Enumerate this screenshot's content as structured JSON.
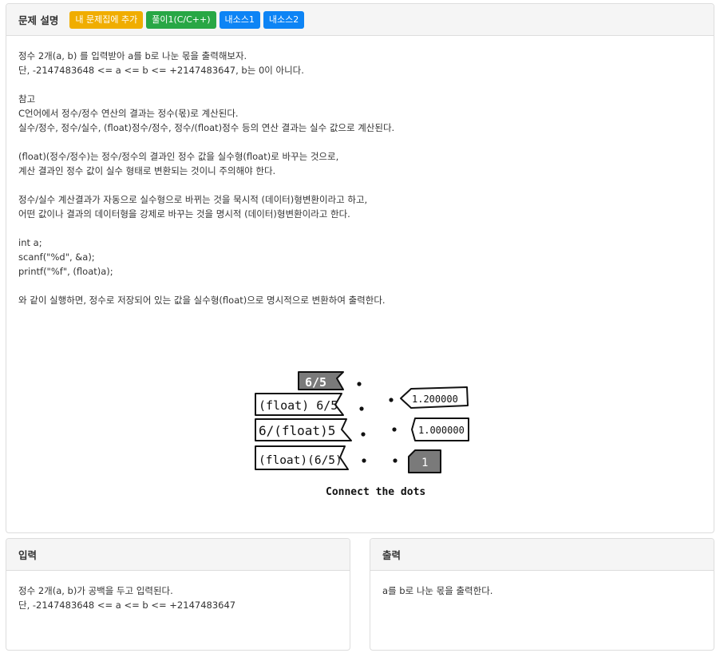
{
  "problem": {
    "heading": "문제 설명",
    "buttons": [
      {
        "label": "내 문제집에 추가",
        "style": "warning"
      },
      {
        "label": "풀이1(C/C++)",
        "style": "success"
      },
      {
        "label": "내소스1",
        "style": "primary"
      },
      {
        "label": "내소스2",
        "style": "primary"
      }
    ],
    "lines": [
      "정수 2개(a, b) 를 입력받아 a를 b로 나눈 몫을 출력해보자.",
      "단, -2147483648 <= a <= b <= +2147483647, b는 0이 아니다.",
      "",
      "참고",
      "C언어에서 정수/정수 연산의 결과는 정수(몫)로 계산된다.",
      "실수/정수, 정수/실수, (float)정수/정수, 정수/(float)정수 등의 연산 결과는 실수 값으로 계산된다.",
      "",
      "(float)(정수/정수)는 정수/정수의 결과인 정수 값을 실수형(float)로 바꾸는 것으로,",
      "계산 결과인 정수 값이 실수 형태로 변환되는 것이니 주의해야 한다.",
      "",
      "정수/실수 계산결과가 자동으로 실수형으로 바뀌는 것을 묵시적 (데이터)형변환이라고 하고,",
      "어떤 값이나 결과의 데이터형을 강제로 바꾸는 것을 명시적 (데이터)형변환이라고 한다.",
      "",
      "int a;",
      "scanf(\"%d\", &a);",
      "printf(\"%f\", (float)a);",
      "",
      "와 같이 실행하면, 정수로 저장되어 있는 값을 실수형(float)으로 명시적으로 변환하여 출력한다."
    ],
    "illustration": {
      "left_labels": [
        "6/5",
        "(float) 6/5",
        "6/(float)5",
        "(float)(6/5)"
      ],
      "right_labels": [
        "1.200000",
        "1.000000",
        "1"
      ],
      "caption": "Connect the dots",
      "colors": {
        "ink": "#111111",
        "gray_fill": "#7a7a7a"
      }
    }
  },
  "input": {
    "heading": "입력",
    "lines": [
      "정수 2개(a, b)가 공백을 두고 입력된다.",
      "단, -2147483648 <= a <= b <= +2147483647"
    ]
  },
  "output": {
    "heading": "출력",
    "lines": [
      "a를 b로 나눈 몫을 출력한다."
    ]
  }
}
